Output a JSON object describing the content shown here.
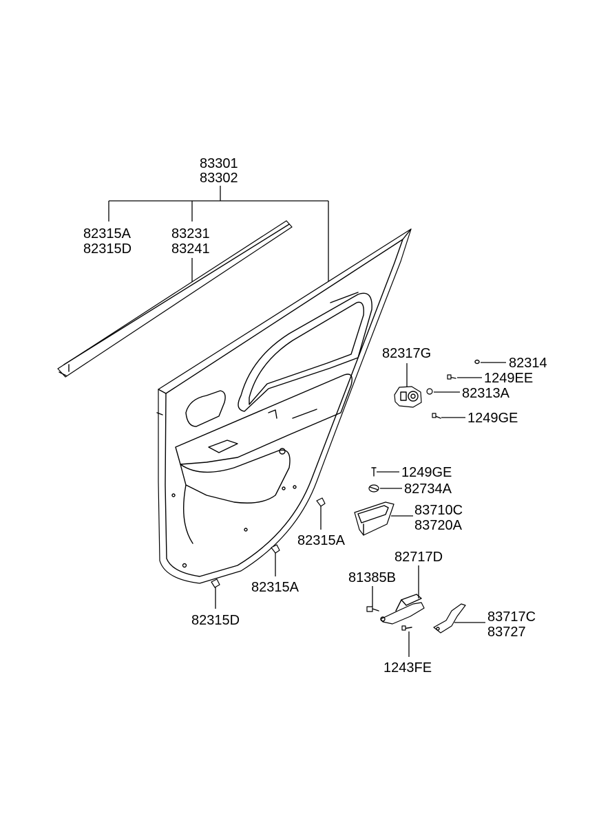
{
  "diagram": {
    "labels": {
      "panel_a": "83301",
      "panel_b": "83302",
      "moulding_a": "82315A",
      "moulding_b": "82315D",
      "weatherstrip_a": "83231",
      "weatherstrip_b": "83241",
      "bracket": "82317G",
      "cap": "82314",
      "screw_ee": "1249EE",
      "nut": "82313A",
      "screw_ge_top": "1249GE",
      "screw_ge_mid": "1249GE",
      "nut_734": "82734A",
      "pocket_a": "83710C",
      "pocket_b": "83720A",
      "clip_right": "82315A",
      "clip_mid": "82315A",
      "clip_bottom": "82315D",
      "handle_bracket": "82717D",
      "fastener_385": "81385B",
      "bracket_a": "83717C",
      "bracket_b": "83727",
      "bolt": "1243FE"
    }
  }
}
